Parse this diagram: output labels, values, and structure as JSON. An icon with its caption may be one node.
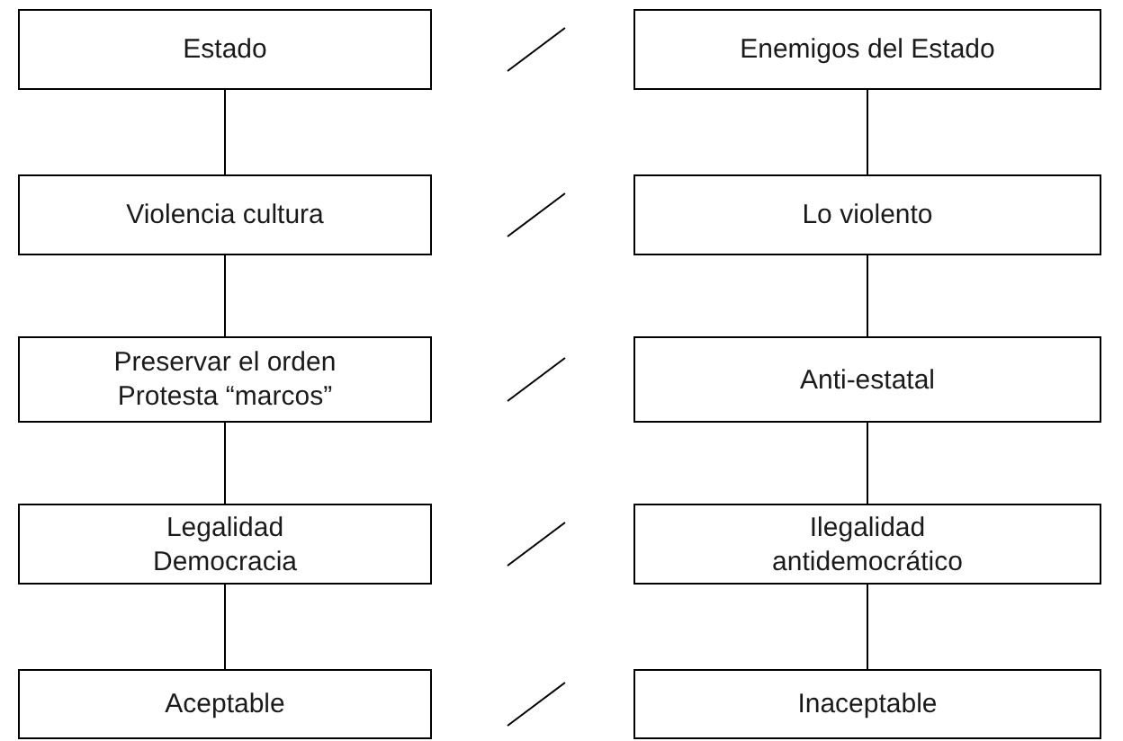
{
  "diagram": {
    "nodes": [
      {
        "text": [
          "Estado"
        ]
      },
      {
        "text": [
          "Enemigos del Estado"
        ]
      },
      {
        "text": [
          "Violencia cultura"
        ]
      },
      {
        "text": [
          "Lo violento"
        ]
      },
      {
        "text": [
          "Preservar el orden",
          "Protesta “marcos”"
        ]
      },
      {
        "text": [
          "Anti-estatal"
        ]
      },
      {
        "text": [
          "Legalidad",
          "Democracia"
        ]
      },
      {
        "text": [
          "Ilegalidad",
          "antidemocrático"
        ]
      },
      {
        "text": [
          "Aceptable"
        ]
      },
      {
        "text": [
          "Inaceptable"
        ]
      }
    ],
    "edges": [
      {
        "from": 0,
        "to": 2,
        "arrow": "none"
      },
      {
        "from": 2,
        "to": 4,
        "arrow": "none"
      },
      {
        "from": 4,
        "to": 6,
        "arrow": "none"
      },
      {
        "from": 6,
        "to": 8,
        "arrow": "none"
      },
      {
        "from": 1,
        "to": 3,
        "arrow": "none"
      },
      {
        "from": 3,
        "to": 5,
        "arrow": "none"
      },
      {
        "from": 5,
        "to": 7,
        "arrow": "none"
      },
      {
        "from": 7,
        "to": 9,
        "arrow": "none"
      }
    ]
  }
}
